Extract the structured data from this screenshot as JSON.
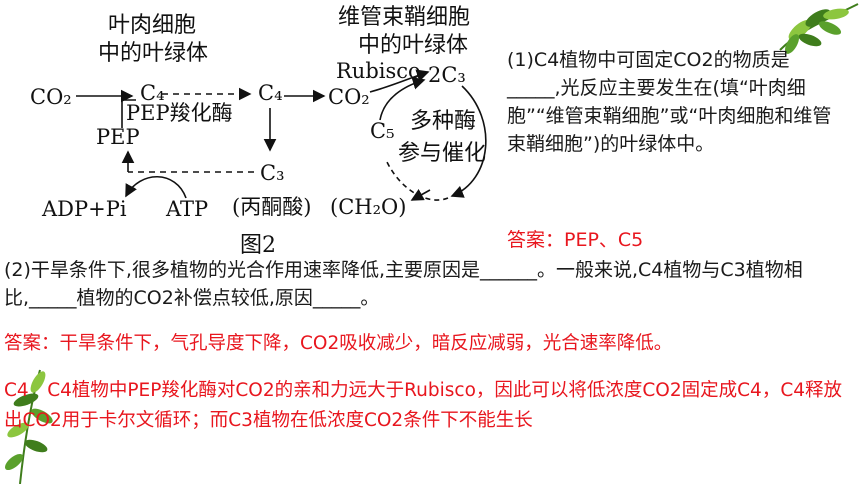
{
  "diagram": {
    "mesophyll_title": [
      "叶肉细胞",
      "中的叶绿体"
    ],
    "bundle_sheath_title": [
      "维管束鞘细胞",
      "中的叶绿体"
    ],
    "co2_left": "CO₂",
    "c4_first": "C₄",
    "c4_second": "C₄",
    "co2_right": "CO₂",
    "enzyme_pep": "PEP羧化酶",
    "pep": "PEP",
    "c3": "C₃",
    "adp_pi": "ADP+Pi",
    "atp": "ATP",
    "pyruvate": "(丙酮酸)",
    "ch2o": "(CH₂O)",
    "rubisco": "Rubisco",
    "two_c3": "2C₃",
    "c5": "C₅",
    "cycle_text": [
      "多种酶",
      "参与催化"
    ],
    "caption": "图2"
  },
  "questions": {
    "q1": "(1)C4植物中可固定CO2的物质是_____,光反应主要发生在(填“叶肉细胞”“维管束鞘细胞”或“叶肉细胞和维管束鞘细胞”)的叶绿体中。",
    "ans1": "答案：PEP、C5",
    "q2": "(2)干旱条件下,很多植物的光合作用速率降低,主要原因是______。一般来说,C4植物与C3植物相比,_____植物的CO2补偿点较低,原因_____。",
    "ans2": "答案：干旱条件下，气孔导度下降，CO2吸收减少，暗反应减弱，光合速率降低。",
    "ans3": "C4　C4植物中PEP羧化酶对CO2的亲和力远大于Rubisco，因此可以将低浓度CO2固定成C4，C4释放出CO2用于卡尔文循环；而C3植物在低浓度CO2条件下不能生长"
  },
  "colors": {
    "answer": "#e8161e",
    "leaf_dark": "#3f7d1c",
    "leaf_light": "#8cc63f"
  }
}
